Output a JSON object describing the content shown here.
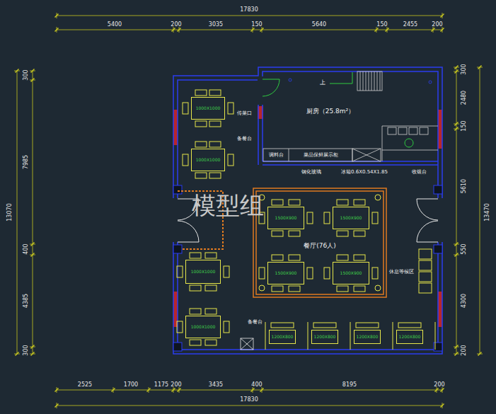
{
  "diagram": {
    "nodes": [
      {
        "text": [
          "1000X1000"
        ]
      },
      {
        "text": [
          "1000X1000"
        ]
      },
      {
        "text": [
          "1000X1000"
        ]
      },
      {
        "text": [
          "1000X1000"
        ]
      },
      {
        "text": [
          "1500X900"
        ]
      },
      {
        "text": [
          "1500X900"
        ]
      },
      {
        "text": [
          "1500X900"
        ]
      },
      {
        "text": [
          "1500X900"
        ]
      },
      {
        "text": [
          "1200X800"
        ]
      },
      {
        "text": [
          "1200X800"
        ]
      },
      {
        "text": [
          "1200X800"
        ]
      },
      {
        "text": [
          "1200X800"
        ]
      }
    ],
    "labels": [
      "17830",
      "5400",
      "200",
      "3035",
      "150",
      "5640",
      "150",
      "2455",
      "200",
      "2525",
      "1700",
      "1175",
      "200",
      "3435",
      "400",
      "8195",
      "200",
      "17830",
      "13070",
      "300",
      "7985",
      "400",
      "4385",
      "300",
      "13470",
      "300",
      "2480",
      "150",
      "5610",
      "550",
      "4300",
      "200",
      "厨房（25.8m²）",
      "餐厅(76人)",
      "传菜口",
      "备餐台",
      "调料台",
      "菜品保鲜展示柜",
      "钢化玻璃",
      "冰箱0.6X0.54X1.85",
      "收银台",
      "休息等候区",
      "备餐台",
      "上",
      "模型组"
    ]
  }
}
